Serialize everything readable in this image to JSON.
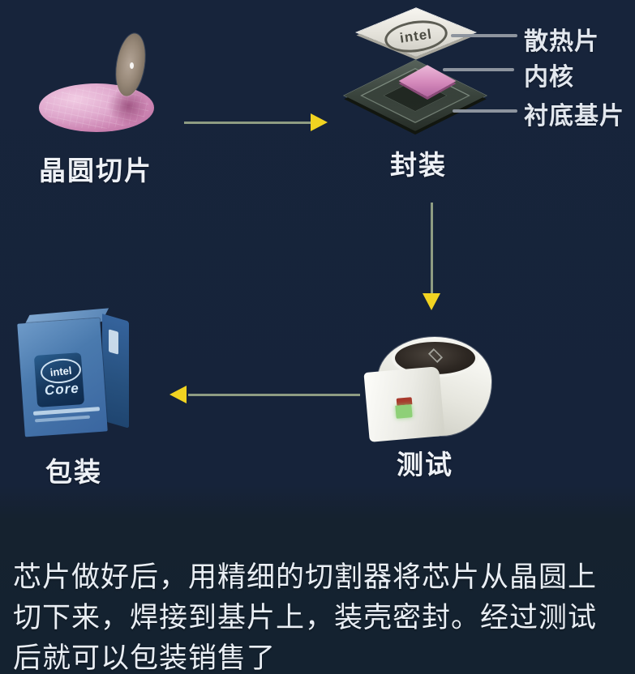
{
  "steps": {
    "wafer": {
      "label": "晶圆切片"
    },
    "package": {
      "label": "封装"
    },
    "test": {
      "label": "测试"
    },
    "box": {
      "label": "包装"
    }
  },
  "callouts": {
    "heatsink": "散热片",
    "core": "内核",
    "substrate": "衬底基片"
  },
  "chip": {
    "lid_logo": "intel"
  },
  "retail_box": {
    "logo": "intel",
    "product": "Core"
  },
  "description": {
    "line1": "芯片做好后，用精细的切割器将芯片从晶圆上",
    "line2": "切下来，焊接到基片上，装壳密封。经过测试",
    "line3": "后就可以包装销售了"
  },
  "colors": {
    "arrow_head": "#f1d321",
    "arrow_stem": "#8e9c82",
    "line": "#8d949e",
    "bg_top": "#17243b",
    "bg_bottom": "#142230"
  }
}
